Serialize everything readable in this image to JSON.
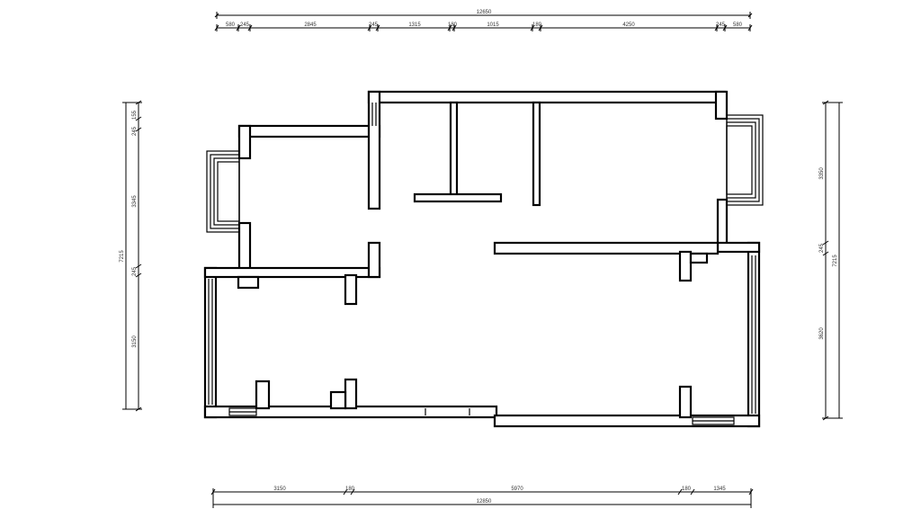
{
  "dimensions": {
    "top": {
      "overall": "12650",
      "segments": [
        "580",
        "245",
        "2845",
        "245",
        "1315",
        "180",
        "1015",
        "180",
        "4250",
        "245",
        "580"
      ]
    },
    "bottom": {
      "segments": [
        "3150",
        "180",
        "5970",
        "180",
        "1345"
      ],
      "overall": "12850"
    },
    "left": {
      "overall": "7215",
      "segments": [
        "155",
        "245",
        "3345",
        "245",
        "3150"
      ]
    },
    "right": {
      "overall": "7215",
      "segments": [
        "3350",
        "245",
        "3620"
      ]
    }
  }
}
